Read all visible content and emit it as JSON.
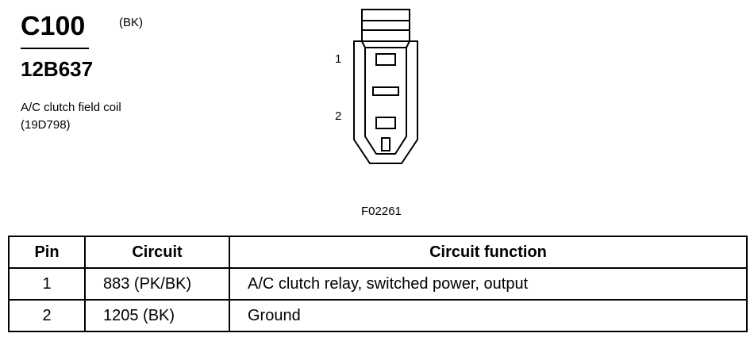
{
  "connector": {
    "id": "C100",
    "color": "(BK)",
    "part_number": "12B637",
    "description_line1": "A/C clutch field coil",
    "description_line2": "(19D798)"
  },
  "diagram": {
    "pin_labels": [
      "1",
      "2"
    ],
    "figure_ref": "F02261"
  },
  "table": {
    "headers": {
      "pin": "Pin",
      "circuit": "Circuit",
      "function": "Circuit function"
    },
    "rows": [
      {
        "pin": "1",
        "circuit": "883 (PK/BK)",
        "function": "A/C clutch relay, switched power, output"
      },
      {
        "pin": "2",
        "circuit": "1205 (BK)",
        "function": "Ground"
      }
    ]
  }
}
